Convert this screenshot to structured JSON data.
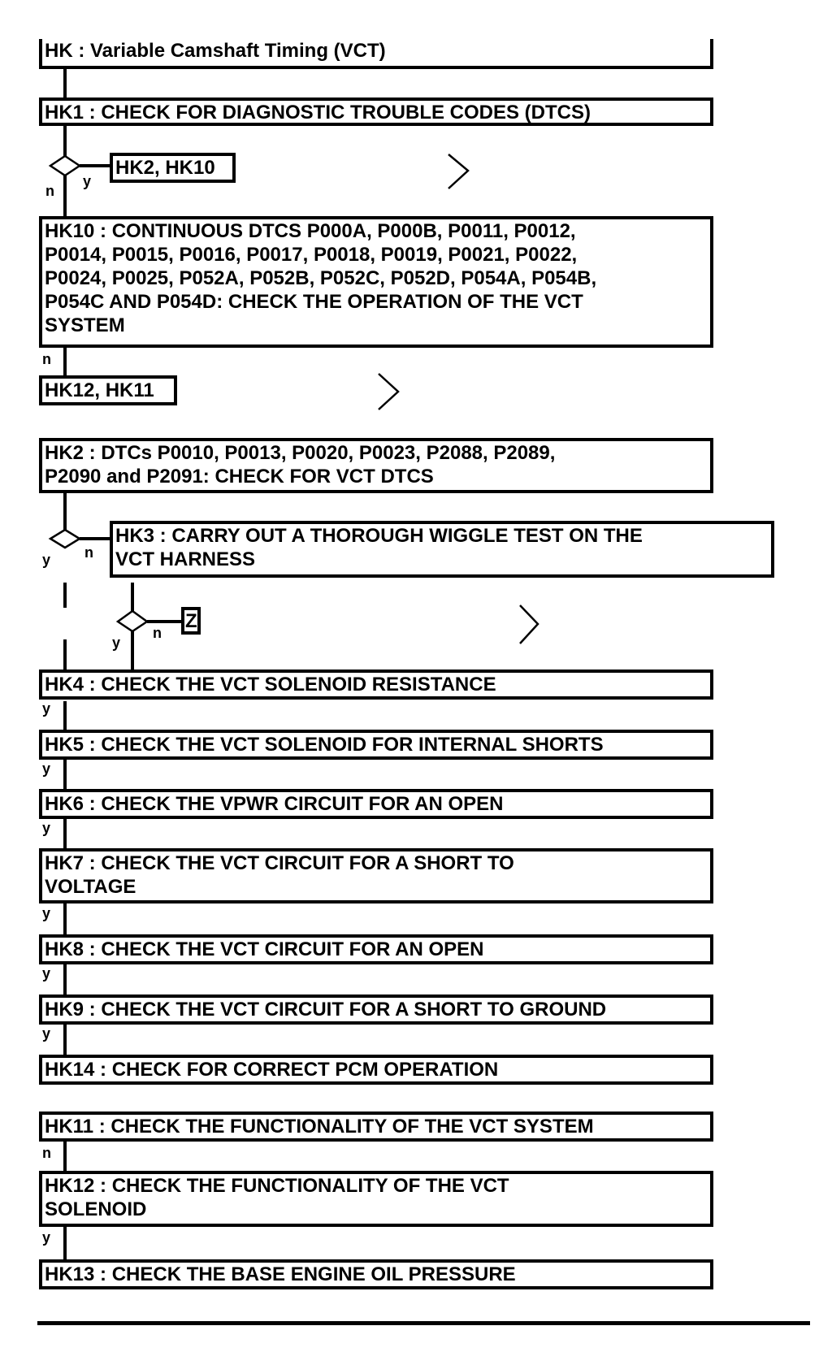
{
  "title": "HK : Variable Camshaft Timing (VCT)",
  "steps": {
    "hk1": "HK1 : CHECK FOR DIAGNOSTIC TROUBLE CODES (DTCS)",
    "hk1_ref": "HK2, HK10",
    "hk10": "HK10 : CONTINUOUS DTCS P000A, P000B, P0011, P0012,\nP0014, P0015, P0016, P0017, P0018, P0019, P0021, P0022,\nP0024, P0025, P052A, P052B, P052C, P052D, P054A, P054B,\nP054C AND P054D: CHECK THE OPERATION OF THE VCT\nSYSTEM",
    "hk10_ref": "HK12, HK11",
    "hk2": "HK2 : DTCs P0010, P0013, P0020, P0023, P2088, P2089,\nP2090 and P2091: CHECK FOR VCT DTCS",
    "hk3": "HK3 : CARRY OUT A THOROUGH WIGGLE TEST ON THE\nVCT HARNESS",
    "hk3_ref": "Z",
    "hk4": "HK4 : CHECK THE VCT SOLENOID RESISTANCE",
    "hk5": "HK5 : CHECK THE VCT SOLENOID FOR INTERNAL SHORTS",
    "hk6": "HK6 : CHECK THE VPWR CIRCUIT FOR AN OPEN",
    "hk7": "HK7 : CHECK THE VCT CIRCUIT FOR A SHORT TO\nVOLTAGE",
    "hk8": "HK8 : CHECK THE VCT CIRCUIT FOR AN OPEN",
    "hk9": "HK9 : CHECK THE VCT CIRCUIT FOR A SHORT TO GROUND",
    "hk14": "HK14 : CHECK FOR CORRECT PCM OPERATION",
    "hk11": "HK11 : CHECK THE FUNCTIONALITY OF THE VCT SYSTEM",
    "hk12": "HK12 : CHECK THE FUNCTIONALITY OF THE VCT\nSOLENOID",
    "hk13": "HK13 : CHECK THE BASE ENGINE OIL PRESSURE"
  },
  "labels": {
    "n": "n",
    "y": "y"
  }
}
